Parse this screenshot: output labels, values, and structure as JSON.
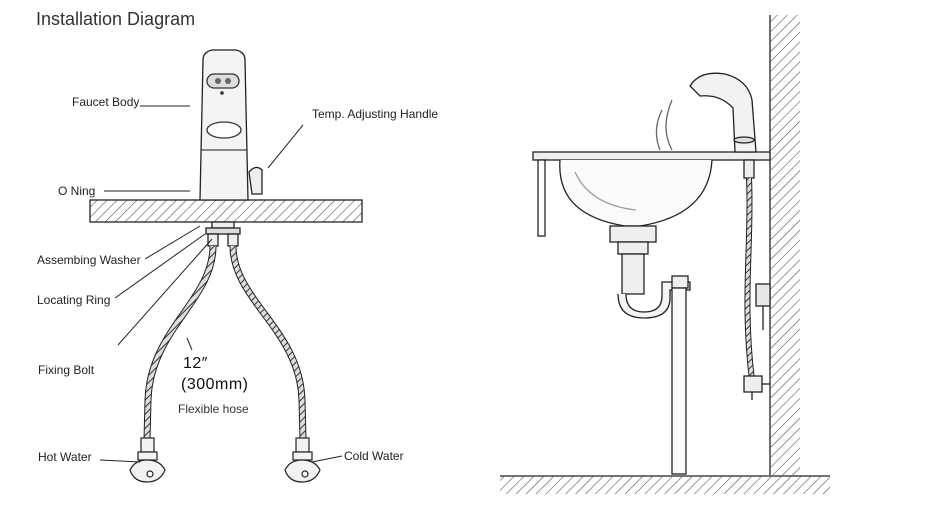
{
  "title": "Installation Diagram",
  "labels": {
    "faucet_body": "Faucet Body",
    "temp_handle": "Temp. Adjusting Handle",
    "o_ring": "O Ning",
    "assembing_washer": "Assembing Washer",
    "locating_ring": "Locating Ring",
    "fixing_bolt": "Fixing Bolt",
    "hot_water": "Hot Water",
    "cold_water": "Cold Water"
  },
  "hose": {
    "length_in": "12″",
    "length_mm": "(300mm)",
    "caption": "Flexible hose"
  },
  "colors": {
    "line": "#222222",
    "hatch": "#555555",
    "faucet_fill": "#f2f2f2"
  }
}
